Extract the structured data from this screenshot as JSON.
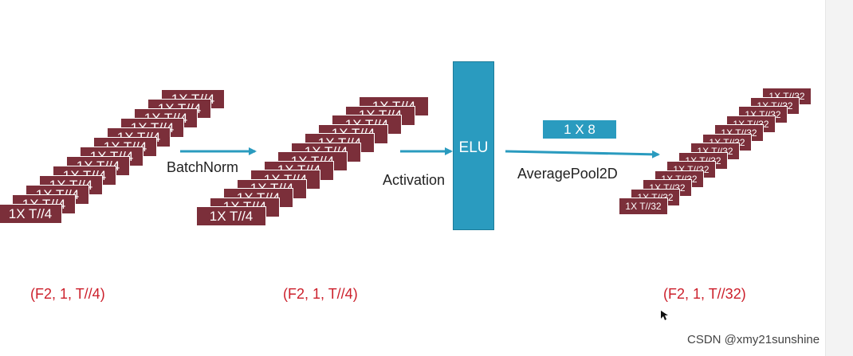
{
  "diagram": {
    "stacks": [
      {
        "id": "input",
        "block_label": "1X T//4",
        "shape_label": "(F2, 1, T//4)"
      },
      {
        "id": "batchnorm-output",
        "block_label": "1X T//4",
        "shape_label": "(F2, 1, T//4)"
      },
      {
        "id": "pool-output",
        "block_label": "1X T//32",
        "shape_label": "(F2, 1, T//32)"
      }
    ],
    "operations": {
      "batchnorm": "BatchNorm",
      "activation": "Activation",
      "elu": "ELU",
      "pool_kernel": "1 X 8",
      "pool": "AveragePool2D"
    },
    "colors": {
      "block": "#7b2f3a",
      "operation": "#2a9bbf",
      "arrow": "#2a9bbf",
      "shape_label": "#cc1f2b"
    }
  },
  "watermark": "CSDN @xmy21sunshine"
}
